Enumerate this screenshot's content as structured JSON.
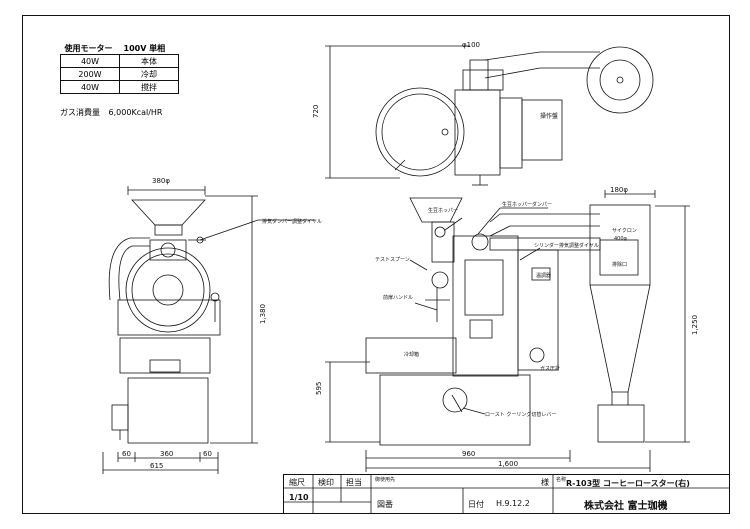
{
  "motor_table": {
    "header_label": "使用モーター",
    "header_voltage": "100V 単相",
    "rows": [
      {
        "power": "40W",
        "use": "本体"
      },
      {
        "power": "200W",
        "use": "冷却"
      },
      {
        "power": "40W",
        "use": "撹拌"
      }
    ]
  },
  "gas": {
    "label": "ガス消費量",
    "value": "6,000Kcal/HR"
  },
  "dims": {
    "front_width": "380φ",
    "front_height": "1,380",
    "base_left": "60",
    "base_mid": "360",
    "base_right": "60",
    "base_total": "615",
    "top_height": "720",
    "pipe_dia": "φ100",
    "cyclone_dia": "180φ",
    "cyclone_height": "1,250",
    "side_height": "595",
    "side_width": "960",
    "total_width": "1,600"
  },
  "labels": {
    "exhaust_damper": "排気ダンパー調整ダイヤル",
    "raw_hopper": "生豆ホッパー",
    "main_hopper_damper": "生豆ホッパーダンパー",
    "cylinder_damper": "シリンダー排気調整ダイヤル",
    "test_spoon": "テストスプーン",
    "front_handle": "前扉ハンドル",
    "cooler": "冷却箱",
    "cyclone": "サイクロン",
    "cyclone_size": "400φ",
    "chaff": "排除口",
    "control": "操作盤",
    "heater": "温調器",
    "gas_meter": "ガス圧計",
    "lever": "ロースト クーリング切替レバー"
  },
  "title_block": {
    "scale_label": "縮尺",
    "stamp_label": "検印",
    "check_label": "担当",
    "usage_label": "御使用先",
    "client_suffix": "様",
    "name_label": "名称",
    "product_name": "R-103型 コーヒーロースター(右)",
    "scale_value": "1/10",
    "drawing_no_label": "図番",
    "date_label": "日付",
    "date_value": "H.9.12.2",
    "company": "株式会社 富士珈機"
  }
}
